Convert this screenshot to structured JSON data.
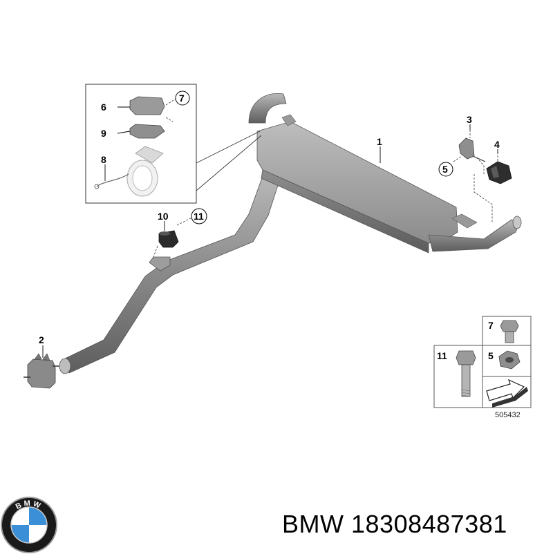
{
  "callouts": {
    "c1": "1",
    "c2": "2",
    "c3": "3",
    "c4": "4",
    "c5": "5",
    "c6": "6",
    "c7": "7",
    "c8": "8",
    "c9": "9",
    "c10": "10",
    "c11": "11"
  },
  "legend": {
    "bolt7": "7",
    "nut5": "5",
    "bolt11": "11",
    "drawing_number": "505432"
  },
  "logo": {
    "letters": "BMW"
  },
  "caption": {
    "brand": "BMW",
    "part_number": "18308487381"
  }
}
